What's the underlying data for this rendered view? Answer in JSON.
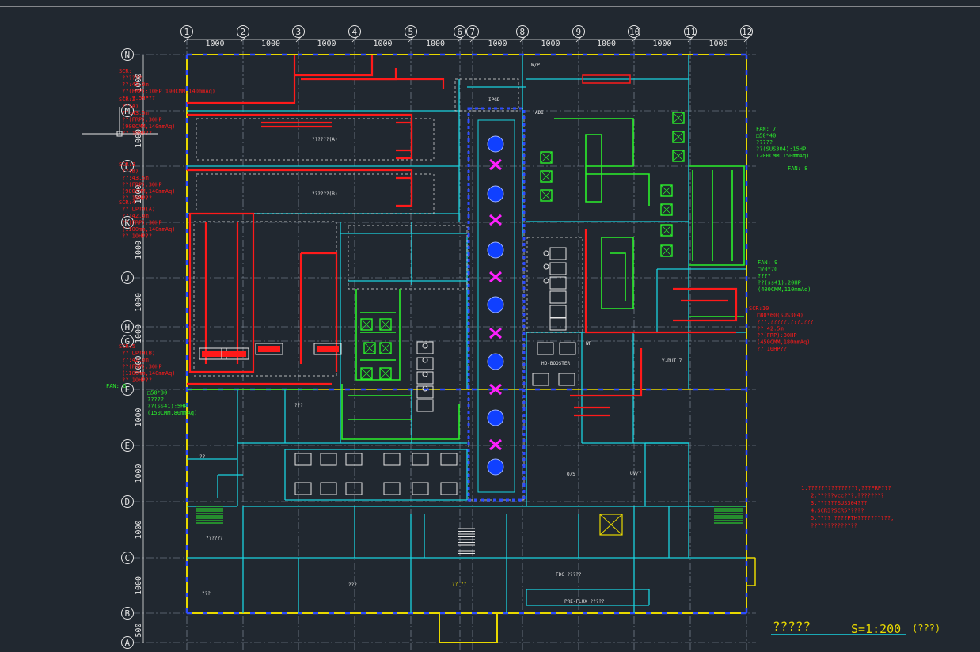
{
  "grid": {
    "columns": [
      "1",
      "2",
      "3",
      "4",
      "5",
      "6",
      "7",
      "8",
      "9",
      "10",
      "11",
      "12"
    ],
    "rows": [
      "N",
      "M",
      "L",
      "K",
      "J",
      "H",
      "G",
      "F",
      "E",
      "D",
      "C",
      "B",
      "A"
    ],
    "col_spacings": [
      "1000",
      "1000",
      "1000",
      "1000",
      "1000",
      "1000",
      "1000",
      "1000",
      "1000",
      "1000",
      "1000"
    ],
    "row_spacings": [
      "1000",
      "1000",
      "1000",
      "1000",
      "1000",
      "1000",
      "1000",
      "1000",
      "1000",
      "1000",
      "1000",
      "500"
    ]
  },
  "notes_left": [
    {
      "lines": [
        "SCR:",
        "??????",
        "??:42.0m",
        "??(FRP):10HP 190CMM,140mmAq)",
        "?? 7.5HP??"
      ]
    },
    {
      "lines": [
        "SCR:2",
        "??(A)",
        "??:43.5m",
        "??(FRP):30HP",
        "(900CMM,140mmAq)",
        "?? 10HP??"
      ]
    },
    {
      "lines": [
        "SCR:3",
        "??(B)",
        "??:43.5m",
        "??(FRP):30HP",
        "(900CMM,140mmAq)",
        "?? 10HP??"
      ]
    },
    {
      "lines": [
        "SCR:4",
        "?? LPTH(A)",
        "??:42.0m",
        "??(FRP):30HP",
        "(1100mm,140mmAq)",
        "?? 10HP??"
      ]
    },
    {
      "lines": [
        "SCR:5",
        "?? LPTH(B)",
        "??:42.0m",
        "??(FRP):30HP",
        "(1100mm,140mmAq)",
        "?? 10HP??"
      ]
    }
  ],
  "fan_notes": [
    {
      "lines": [
        "FAN: 6",
        "□50*30",
        "?????",
        "??(SS41):5HP",
        "(150CMM,80mmAq)"
      ]
    },
    {
      "lines": [
        "FAN: 7",
        "□50*40",
        "?????",
        "??(SUS304):15HP",
        "(200CMM,150mmAq)"
      ]
    },
    {
      "lines": [
        "FAN: 8"
      ]
    },
    {
      "lines": [
        "FAN: 9",
        "□70*70",
        "????",
        "??(ss41):20HP",
        "(400CMM,110mmAq)"
      ]
    }
  ],
  "scr_right": {
    "lines": [
      "SCR:10",
      "□80*60(SUS304)",
      "???,?????,???,???",
      "??:42.5m",
      "??(FRP):30HP",
      "(450CMM,180mmAq)",
      "?? 10HP??"
    ]
  },
  "general_notes": [
    "1.???????????????,???FRP???",
    "2.?????vcc???,????????",
    "3.??????SUS304???",
    "4.SCR3?SCR5?????",
    "5.???? ????PTH??????????,",
    "??????????????"
  ],
  "room_labels": [
    "??????(A)",
    "??????(B)",
    "IPGD",
    "HO-BOOSTER",
    "Y-DUT 7",
    "PRE-FLUX ?????",
    "FDC ?????",
    "W/P",
    "UV/?",
    "WP",
    "?? ??",
    "O/S",
    "??",
    "???",
    "???",
    "??????",
    "???",
    "ADI"
  ],
  "title_block": {
    "title": "?????",
    "scale": "S=1:200",
    "unit": "(???)"
  },
  "colors": {
    "background": "#212830",
    "grid": "#8e9aa8",
    "wall": "#e8d800",
    "partition": "#19d3e0",
    "duct_red": "#ff1a1a",
    "duct_green": "#2bf02b",
    "blue_dash": "#2d4cff",
    "magenta": "#ff20ff",
    "tank_blue": "#1040ff",
    "white": "#e6e6e6"
  }
}
